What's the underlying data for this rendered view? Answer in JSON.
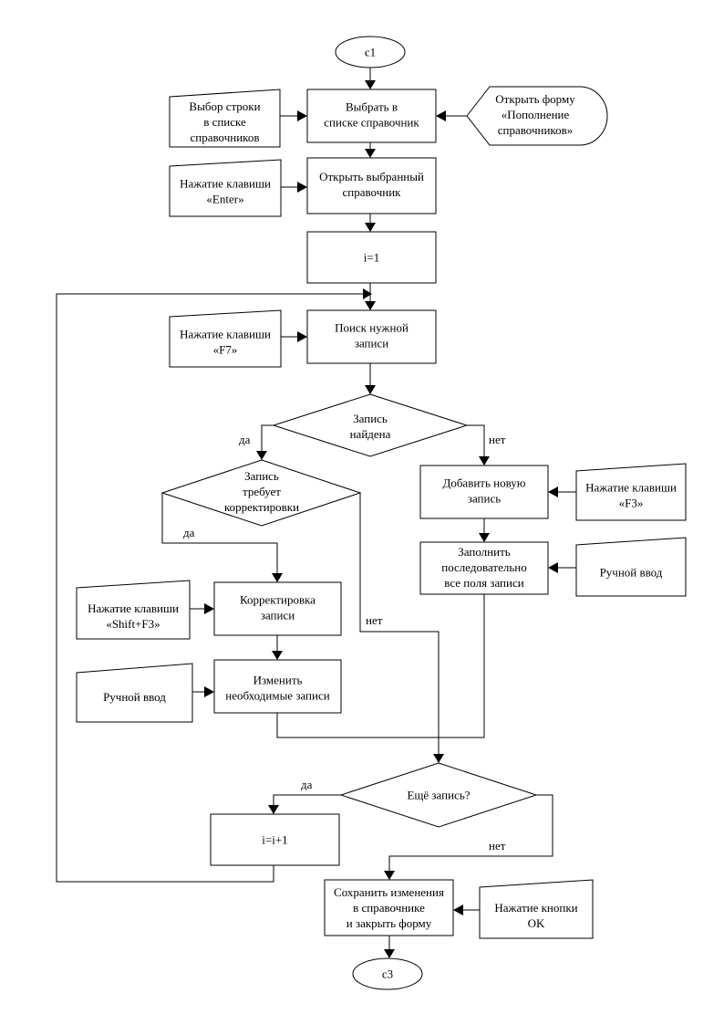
{
  "terminators": {
    "start": "c1",
    "end": "c3"
  },
  "process": {
    "select_ref": [
      "Выбрать в",
      "списке справочник"
    ],
    "open_ref": [
      "Открыть выбранный",
      "справочник"
    ],
    "init_i": "i=1",
    "search": [
      "Поиск нужной",
      "записи"
    ],
    "add_record": [
      "Добавить новую",
      "запись"
    ],
    "fill_fields": [
      "Заполнить",
      "последовательно",
      "все поля записи"
    ],
    "correct": [
      "Корректировка",
      "записи"
    ],
    "change": [
      "Изменить",
      "необходимые записи"
    ],
    "increment": "i=i+1",
    "save": [
      "Сохранить изменения",
      "в справочнике",
      "и закрыть форму"
    ]
  },
  "inputs": {
    "select_row": [
      "Выбор строки",
      "в списке",
      "справочников"
    ],
    "key_enter": [
      "Нажатие клавиши",
      "«Enter»"
    ],
    "key_f7": [
      "Нажатие клавиши",
      "«F7»"
    ],
    "key_f3": [
      "Нажатие клавиши",
      "«F3»"
    ],
    "manual_1": "Ручной ввод",
    "key_shift_f3": [
      "Нажатие клавиши",
      "«Shift+F3»"
    ],
    "manual_2": "Ручной ввод",
    "button_ok": [
      "Нажатие кнопки",
      "OK"
    ]
  },
  "display": {
    "open_form": [
      "Открыть форму",
      "«Пополнение",
      "справочников»"
    ]
  },
  "decisions": {
    "found": [
      "Запись",
      "найдена"
    ],
    "needs_fix": [
      "Запись",
      "требует",
      "корректировки"
    ],
    "more": "Ещё запись?"
  },
  "labels": {
    "found_yes": "да",
    "found_no": "нет",
    "fix_yes": "да",
    "fix_no": "нет",
    "more_yes": "да",
    "more_no": "нет"
  }
}
